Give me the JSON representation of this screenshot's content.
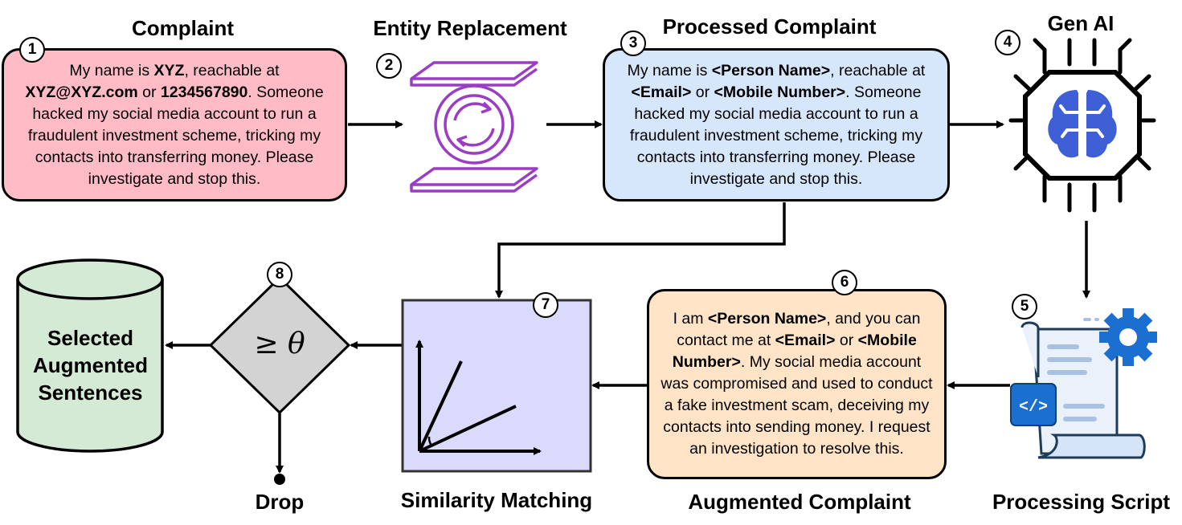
{
  "titles": {
    "complaint": "Complaint",
    "entity_replacement": "Entity Replacement",
    "processed_complaint": "Processed Complaint",
    "gen_ai": "Gen AI",
    "processing_script": "Processing Script",
    "augmented_complaint": "Augmented Complaint",
    "similarity_matching": "Similarity Matching",
    "drop": "Drop"
  },
  "steps": [
    "1",
    "2",
    "3",
    "4",
    "5",
    "6",
    "7",
    "8"
  ],
  "complaint": {
    "p1": "My name is ",
    "name": "XYZ",
    "p2": ", reachable at ",
    "email": "XYZ@XYZ.com",
    "p3": " or ",
    "phone": "1234567890",
    "p4": ". Someone hacked my social media account to run a fraudulent investment scheme, tricking my contacts into transferring money. Please investigate and stop this."
  },
  "processed": {
    "p1": "My name is ",
    "name": "<Person Name>",
    "p2": ", reachable at ",
    "email": "<Email>",
    "p3": " or ",
    "phone": "<Mobile Number>",
    "p4": ". Someone hacked my social media account to run a fraudulent investment scheme, tricking my contacts into transferring money. Please investigate and stop this."
  },
  "augmented": {
    "p1": "I am ",
    "name": "<Person Name>",
    "p2": ", and you can contact me at ",
    "email": "<Email>",
    "p3": " or ",
    "phone": "<Mobile Number>",
    "p4": ". My social media account was compromised and used to conduct a fake investment scam, deceiving my contacts into sending money. I request an investigation to resolve this."
  },
  "database": {
    "label": "Selected Augmented Sentences"
  },
  "threshold": {
    "symbol": "≥",
    "var": "θ"
  },
  "colors": {
    "complaint_bg": "#ffbcc7",
    "processed_bg": "#d6e6fb",
    "augmented_bg": "#ffe4c8",
    "similarity_bg": "#d9dafc",
    "database_bg": "#d5ead5",
    "decision_bg": "#d3d3d3",
    "accent_purple": "#9b3cc4",
    "brain_blue": "#3e5fd6"
  },
  "icons": [
    "entity-replacement-icon",
    "gen-ai-chip-icon",
    "processing-script-icon",
    "similarity-vector-icon",
    "database-icon",
    "decision-diamond"
  ]
}
